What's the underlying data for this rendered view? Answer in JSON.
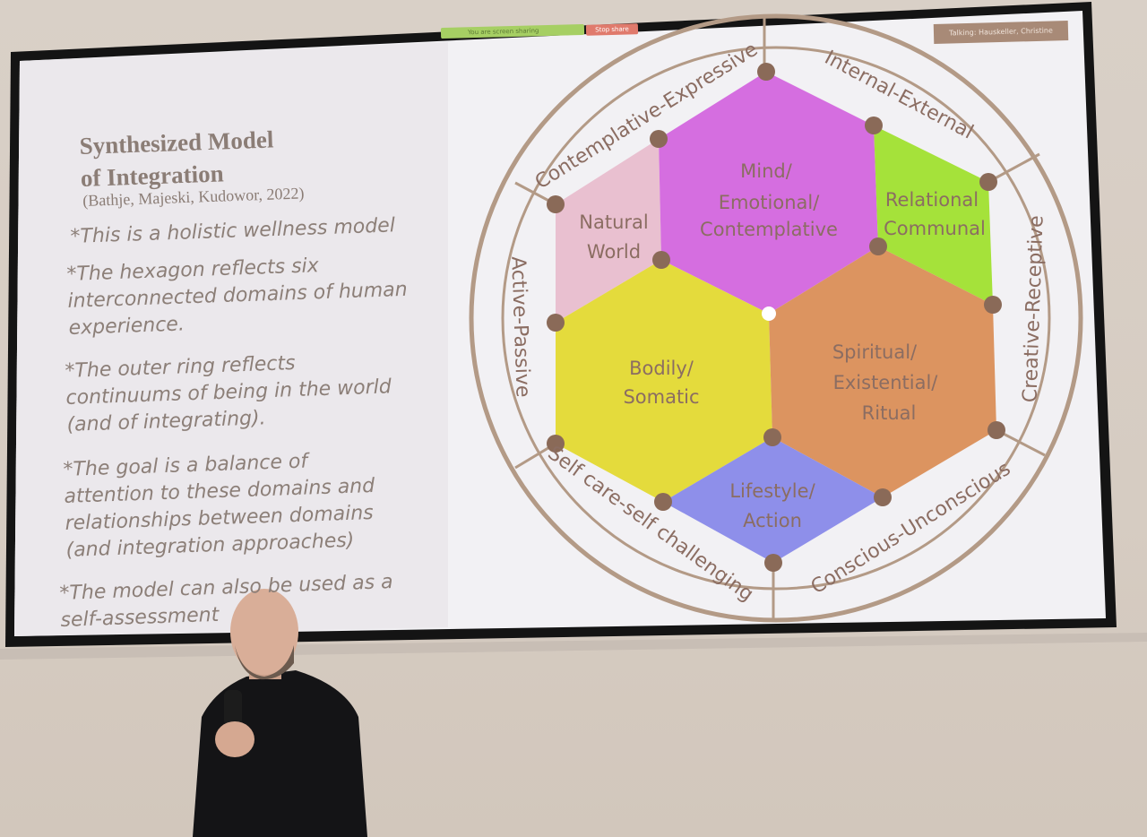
{
  "slide": {
    "title_line1": "Synthesized Model",
    "title_line2": "of Integration",
    "citation": "(Bathje, Majeski, Kudowor, 2022)",
    "bullets": [
      "*This is a holistic wellness model",
      "*The hexagon reflects six interconnected domains of human experience.",
      "*The outer ring reflects continuums of being in the world (and of integrating).",
      "*The goal is a balance of attention to these domains and relationships between domains (and integration approaches)",
      "*The model can also be used as a self-assessment"
    ],
    "bullet_lines": [
      [
        "*This is a holistic wellness model"
      ],
      [
        "*The hexagon reflects six",
        "interconnected domains of human",
        "experience."
      ],
      [
        "*The outer ring reflects",
        "continuums of being in the world",
        "(and of integrating)."
      ],
      [
        "*The goal is a balance of",
        "attention to these domains and",
        "relationships between domains",
        "(and integration approaches)"
      ],
      [
        "*The model can also be used as a",
        "self-assessment"
      ]
    ]
  },
  "diagram": {
    "domains": {
      "mind": {
        "lines": [
          "Mind/",
          "Emotional/",
          "Contemplative"
        ],
        "color": "#d56ee0"
      },
      "natural": {
        "lines": [
          "Natural",
          "World"
        ],
        "color": "#e9c0d0"
      },
      "relational": {
        "lines": [
          "Relational",
          "Communal"
        ],
        "color": "#a5e23a"
      },
      "bodily": {
        "lines": [
          "Bodily/",
          "Somatic"
        ],
        "color": "#e4db3c"
      },
      "spiritual": {
        "lines": [
          "Spiritual/",
          "Existential/",
          "Ritual"
        ],
        "color": "#dc9460"
      },
      "lifestyle": {
        "lines": [
          "Lifestyle/",
          "Action"
        ],
        "color": "#8e8fea"
      }
    },
    "ring_labels": {
      "top_left": "Contemplative-Expressive",
      "top_right": "Internal-External",
      "right": "Creative-Receptive",
      "bottom_right": "Conscious-Unconscious",
      "bottom_left": "Self care-self challenging",
      "left": "Active-Passive"
    },
    "ring_color": "#b39a86"
  },
  "zoom_overlay": {
    "sharing_text": "You are screen sharing",
    "stop_share": "Stop share",
    "talking": "Talking: Hauskeller, Christine"
  }
}
